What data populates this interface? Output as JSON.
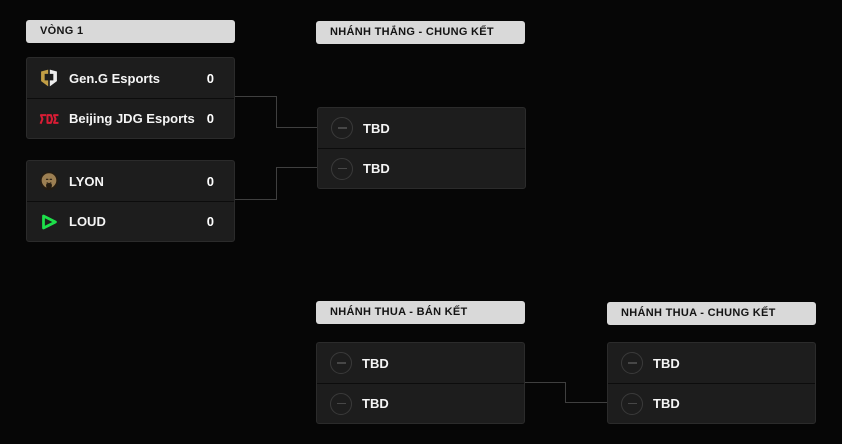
{
  "colors": {
    "background": "#060606",
    "card_bg": "#1d1d1d",
    "card_border": "#2b2b2b",
    "header_bg": "#d9d9d9",
    "header_text": "#141414",
    "team_text": "#f5f5f5",
    "connector": "#3f3f3f",
    "geng_gold": "#c19e45",
    "geng_white": "#ededed",
    "jdg_red": "#d81c34",
    "lyon_tan": "#9c7f52",
    "loud_green": "#1de04a"
  },
  "headers": [
    {
      "id": "round1",
      "label": "VÒNG 1"
    },
    {
      "id": "winners-final",
      "label": "NHÁNH THẮNG - CHUNG KẾT"
    },
    {
      "id": "losers-semifinal",
      "label": "NHÁNH THUA - BÁN KẾT"
    },
    {
      "id": "losers-final",
      "label": "NHÁNH THUA - CHUNG KẾT"
    }
  ],
  "matches": {
    "round1_match1": {
      "teams": [
        {
          "name": "Gen.G Esports",
          "score": "0",
          "logo": "geng-shield"
        },
        {
          "name": "Beijing JDG Esports",
          "score": "0",
          "logo": "jdg-mark"
        }
      ]
    },
    "round1_match2": {
      "teams": [
        {
          "name": "LYON",
          "score": "0",
          "logo": "lyon-lion"
        },
        {
          "name": "LOUD",
          "score": "0",
          "logo": "loud-triangle"
        }
      ]
    },
    "winners_final": {
      "teams": [
        {
          "name": "TBD",
          "logo": "tbd-placeholder"
        },
        {
          "name": "TBD",
          "logo": "tbd-placeholder"
        }
      ]
    },
    "losers_semifinal": {
      "teams": [
        {
          "name": "TBD",
          "logo": "tbd-placeholder"
        },
        {
          "name": "TBD",
          "logo": "tbd-placeholder"
        }
      ]
    },
    "losers_final": {
      "teams": [
        {
          "name": "TBD",
          "logo": "tbd-placeholder"
        },
        {
          "name": "TBD",
          "logo": "tbd-placeholder"
        }
      ]
    }
  }
}
